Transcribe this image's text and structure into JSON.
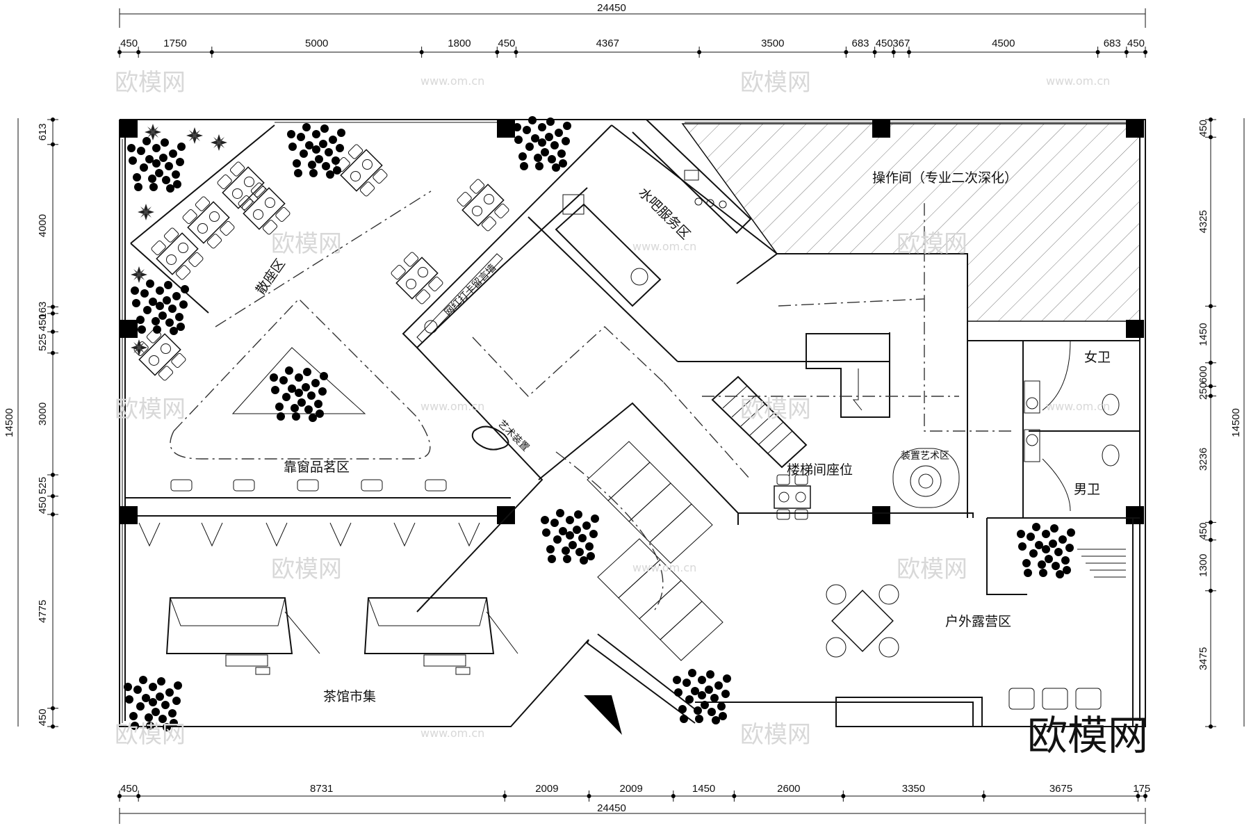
{
  "dimensions": {
    "top_total": "24450",
    "top_segments": [
      "450",
      "1750",
      "5000",
      "1800",
      "450",
      "4367",
      "3500",
      "683",
      "450",
      "367",
      "4500",
      "683",
      "450"
    ],
    "bottom_total": "24450",
    "bottom_segments": [
      "450",
      "8731",
      "2009",
      "2009",
      "1450",
      "2600",
      "3350",
      "3675",
      "175"
    ],
    "left_total": "14500",
    "left_segments": [
      "613",
      "4000",
      "163",
      "450",
      "525",
      "3000",
      "525",
      "450",
      "4775",
      "450"
    ],
    "right_total": "14500",
    "right_segments": [
      "450",
      "4325",
      "1450",
      "600",
      "250",
      "3236",
      "450",
      "1300",
      "3475"
    ]
  },
  "zones": {
    "operation_room": "操作间（专业二次深化）",
    "water_bar": "水吧服务区",
    "scattered_seating": "散座区",
    "window_tea": "靠窗品茗区",
    "stair_seating": "楼梯间座位",
    "art_installation": "装置艺术区",
    "womens_restroom": "女卫",
    "mens_restroom": "男卫",
    "outdoor_camping": "户外露营区",
    "teahouse_market": "茶馆市集",
    "checkin_wall": "网红打卡留言墙",
    "art_piece": "艺术装置"
  },
  "watermark": {
    "brand": "欧模网",
    "url": "www.om.cn"
  }
}
